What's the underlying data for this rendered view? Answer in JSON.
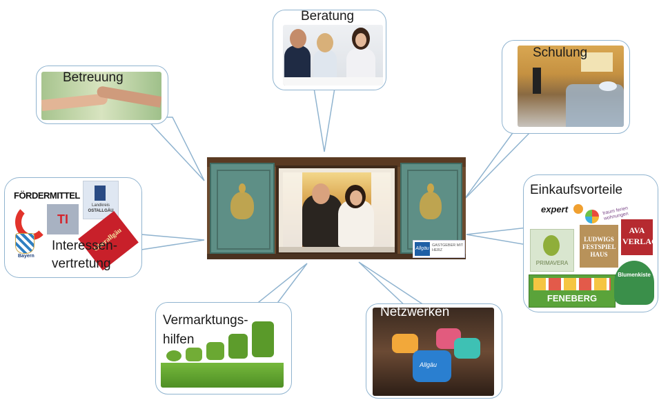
{
  "center": {
    "badge_brand": "Allgäu",
    "badge_line": "GASTGEBER MIT HERZ"
  },
  "bubbles": {
    "beratung": {
      "title": "Beratung"
    },
    "betreuung": {
      "title": "Betreuung"
    },
    "schulung": {
      "title": "Schulung"
    },
    "einkauf": {
      "title": "Einkaufsvorteile",
      "logos": {
        "expert": "expert",
        "ferien": "traum ferien wohnungen",
        "primavera": "PRIMAVERA",
        "ludwigs": "LUDWIGS FESTSPIEL HAUS",
        "ava": "AVA VERLAG",
        "feneberg": "FENEBERG",
        "blumenkiste": "Blumenkiste"
      }
    },
    "interessen": {
      "title_line1": "Interessen-",
      "title_line2": "vertretung",
      "logos": {
        "foerdermittel": "FÖRDERMITTEL",
        "ti": "TI",
        "landkreis_1": "Landkreis",
        "landkreis_2": "OSTALLGÄU",
        "bayern": "Bayern",
        "oberallgaeu": "Oberallgäu"
      }
    },
    "vermarktung": {
      "title_line1": "Vermarktungs-",
      "title_line2": "hilfen"
    },
    "netzwerken": {
      "title": "Netzwerken",
      "puzzle_label": "Allgäu"
    }
  },
  "colors": {
    "bubble_border": "#8fb3cf",
    "shutter_green": "#5a8a80",
    "grass_green": "#6aa832",
    "text": "#1a1a1a"
  }
}
